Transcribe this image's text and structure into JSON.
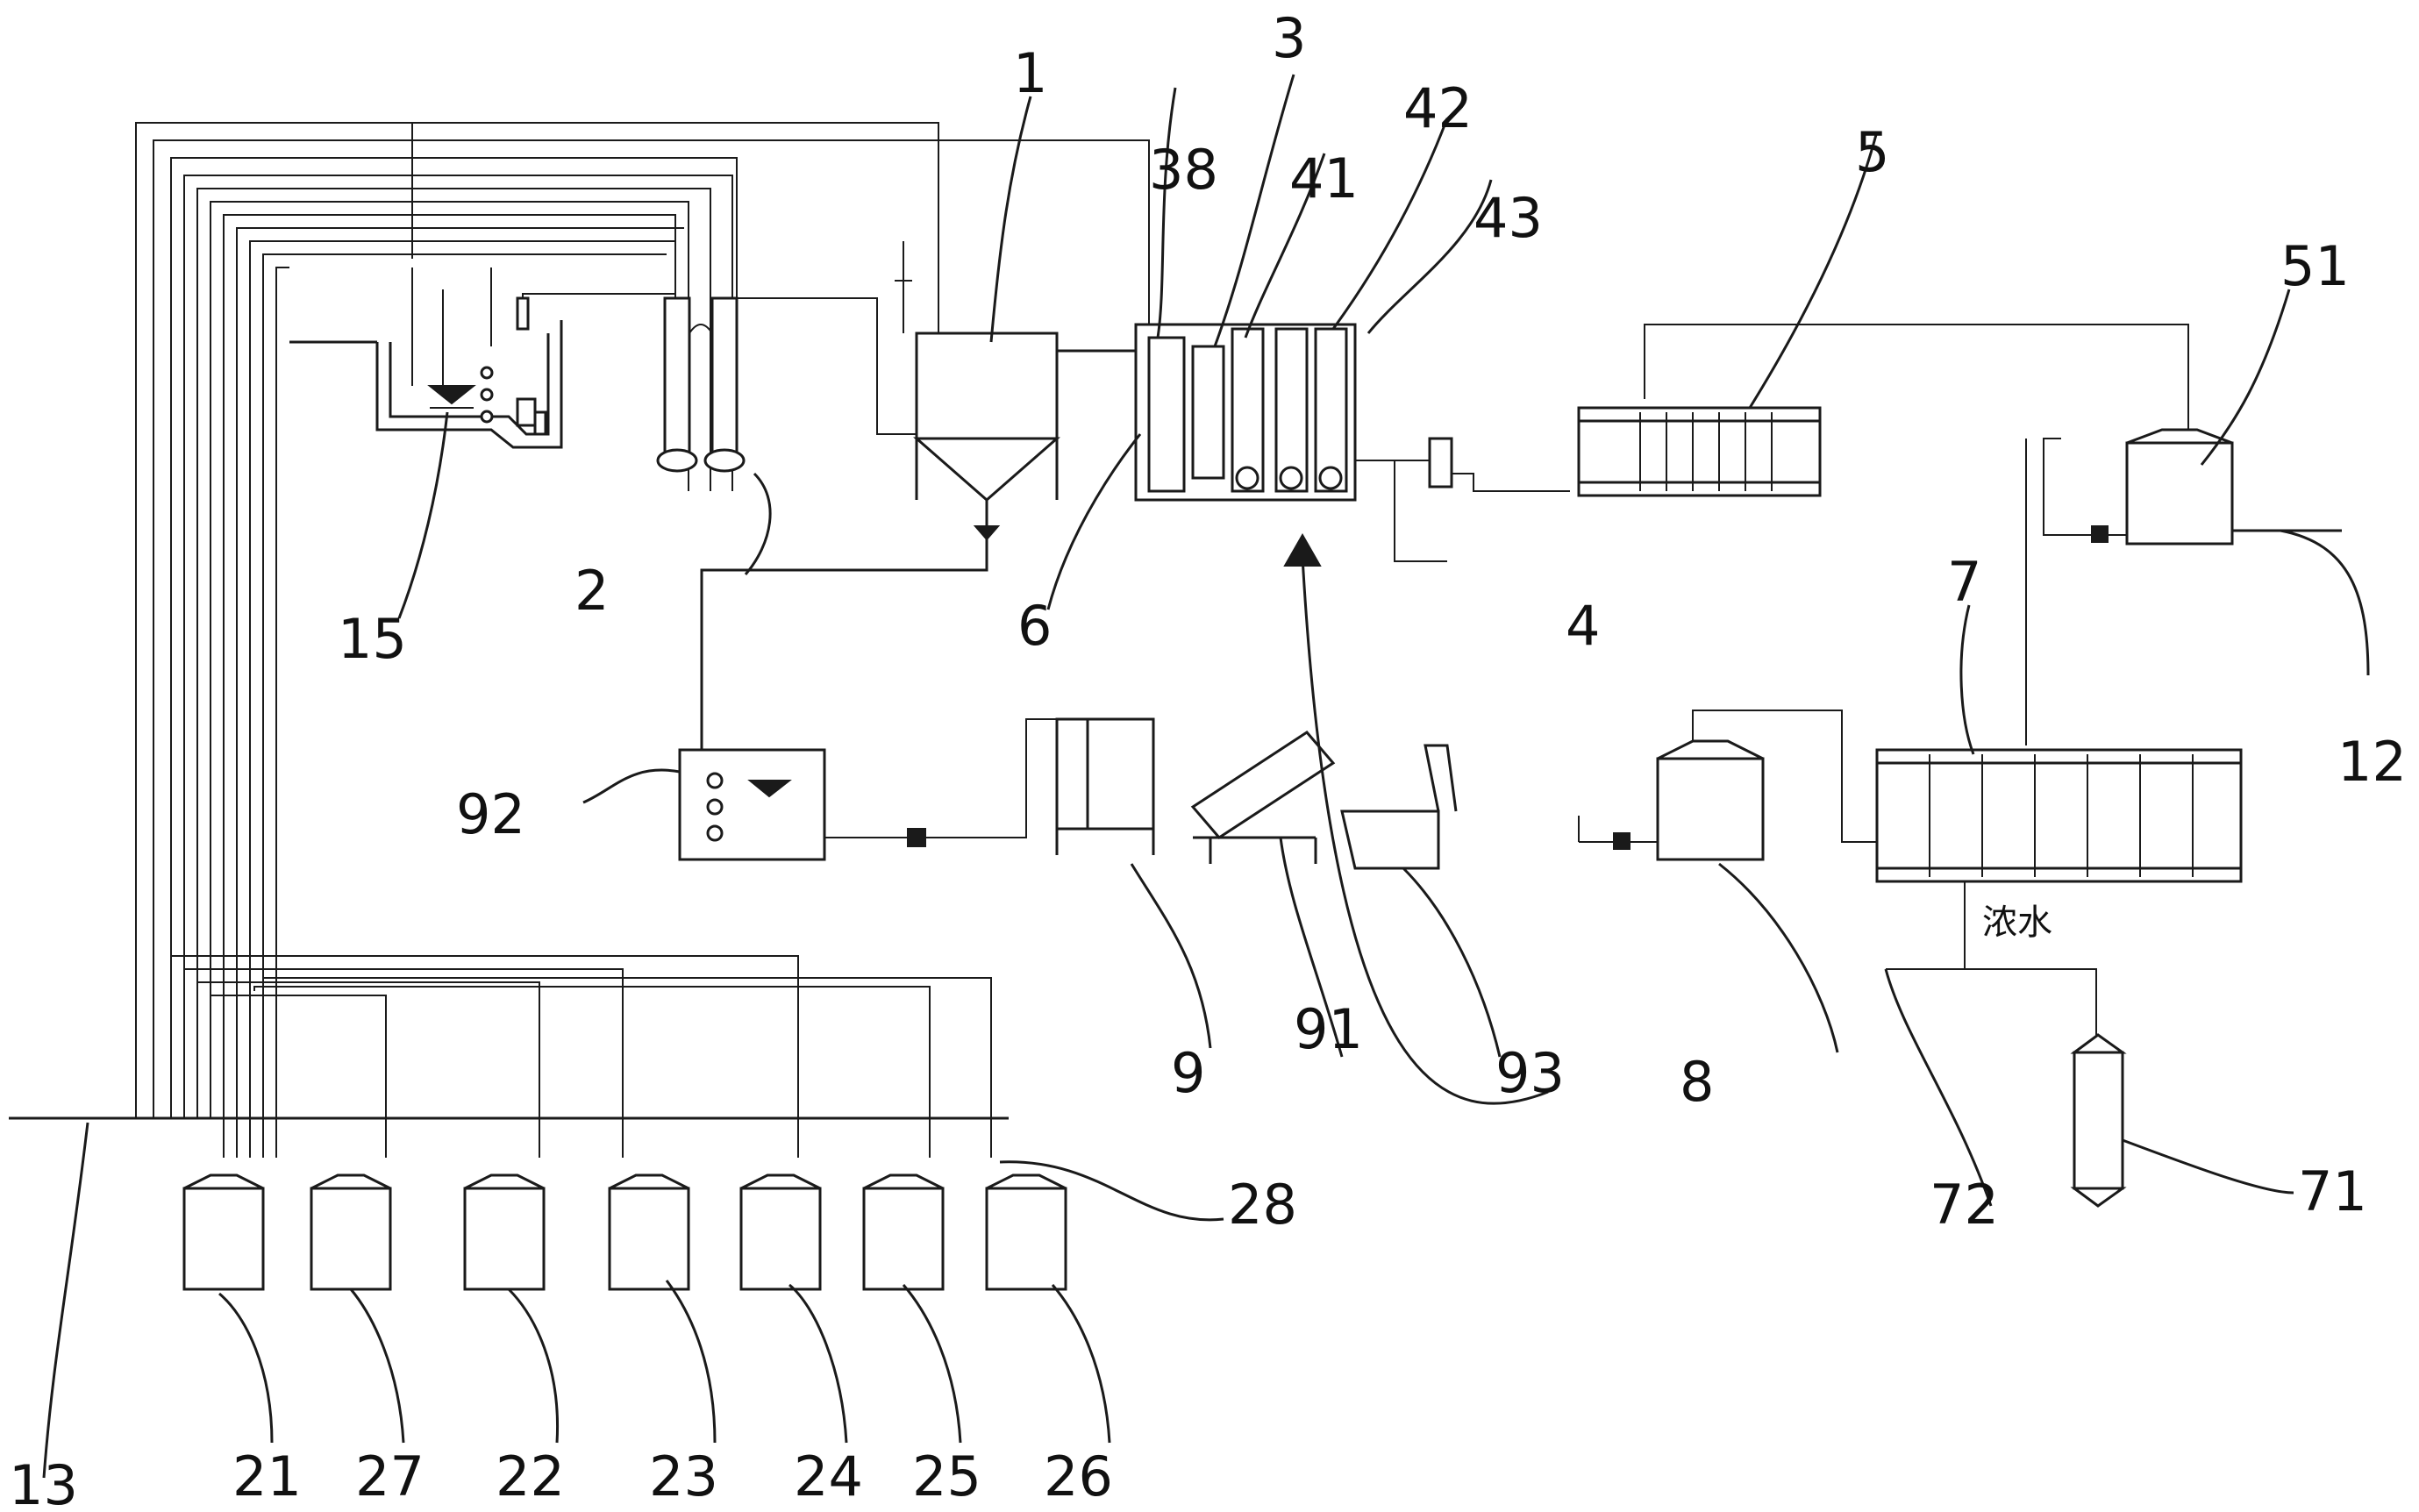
{
  "diagram": {
    "callouts": [
      {
        "id": "c1",
        "text": "1"
      },
      {
        "id": "c2",
        "text": "2"
      },
      {
        "id": "c3",
        "text": "3"
      },
      {
        "id": "c4",
        "text": "4"
      },
      {
        "id": "c5",
        "text": "5"
      },
      {
        "id": "c6",
        "text": "6"
      },
      {
        "id": "c7",
        "text": "7"
      },
      {
        "id": "c8",
        "text": "8"
      },
      {
        "id": "c9",
        "text": "9"
      },
      {
        "id": "c12",
        "text": "12"
      },
      {
        "id": "c13",
        "text": "13"
      },
      {
        "id": "c15",
        "text": "15"
      },
      {
        "id": "c21",
        "text": "21"
      },
      {
        "id": "c22",
        "text": "22"
      },
      {
        "id": "c23",
        "text": "23"
      },
      {
        "id": "c24",
        "text": "24"
      },
      {
        "id": "c25",
        "text": "25"
      },
      {
        "id": "c26",
        "text": "26"
      },
      {
        "id": "c27",
        "text": "27"
      },
      {
        "id": "c28",
        "text": "28"
      },
      {
        "id": "c38",
        "text": "38"
      },
      {
        "id": "c41",
        "text": "41"
      },
      {
        "id": "c42",
        "text": "42"
      },
      {
        "id": "c43",
        "text": "43"
      },
      {
        "id": "c51",
        "text": "51"
      },
      {
        "id": "c71",
        "text": "71"
      },
      {
        "id": "c72",
        "text": "72"
      },
      {
        "id": "c91",
        "text": "91"
      },
      {
        "id": "c92",
        "text": "92"
      },
      {
        "id": "c93",
        "text": "93"
      }
    ],
    "concentrate_label": "浓水"
  }
}
